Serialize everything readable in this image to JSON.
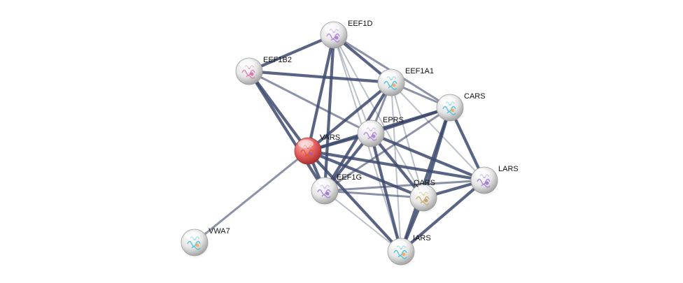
{
  "title": "Protein interaction network",
  "query_node": "VARS",
  "colors": {
    "edge": "#3d4a6e",
    "node_default": "#e8e8e8",
    "node_query": "#e05555",
    "label": "#111111"
  },
  "nodes": [
    {
      "id": "EEF1D",
      "label": "EEF1D",
      "query": false,
      "structure": "helix-violet"
    },
    {
      "id": "EEF1B2",
      "label": "EEF1B2",
      "query": false,
      "structure": "protein-pink"
    },
    {
      "id": "EEF1A1",
      "label": "EEF1A1",
      "query": false,
      "structure": "protein-rainbow"
    },
    {
      "id": "CARS",
      "label": "CARS",
      "query": false,
      "structure": "protein-rainbow"
    },
    {
      "id": "EPRS",
      "label": "EPRS",
      "query": false,
      "structure": "helix-violet"
    },
    {
      "id": "VARS",
      "label": "VARS",
      "query": true,
      "structure": "protein-orange"
    },
    {
      "id": "EEF1G",
      "label": "EEF1G",
      "query": false,
      "structure": "protein-violet"
    },
    {
      "id": "LARS",
      "label": "LARS",
      "query": false,
      "structure": "protein-violet"
    },
    {
      "id": "QARS",
      "label": "QARS",
      "query": false,
      "structure": "protein-tan"
    },
    {
      "id": "IARS",
      "label": "IARS",
      "query": false,
      "structure": "protein-rainbow"
    },
    {
      "id": "VWA7",
      "label": "VWA7",
      "query": false,
      "structure": "protein-rainbow"
    }
  ],
  "edges": [
    {
      "source": "VARS",
      "target": "EEF1D",
      "weight": "strong"
    },
    {
      "source": "VARS",
      "target": "EEF1B2",
      "weight": "strong"
    },
    {
      "source": "VARS",
      "target": "EEF1A1",
      "weight": "strong"
    },
    {
      "source": "VARS",
      "target": "CARS",
      "weight": "strong"
    },
    {
      "source": "VARS",
      "target": "EPRS",
      "weight": "strong"
    },
    {
      "source": "VARS",
      "target": "EEF1G",
      "weight": "strong"
    },
    {
      "source": "VARS",
      "target": "LARS",
      "weight": "strong"
    },
    {
      "source": "VARS",
      "target": "QARS",
      "weight": "strong"
    },
    {
      "source": "VARS",
      "target": "IARS",
      "weight": "strong"
    },
    {
      "source": "VARS",
      "target": "VWA7",
      "weight": "medium"
    },
    {
      "source": "EEF1D",
      "target": "EEF1B2",
      "weight": "strong"
    },
    {
      "source": "EEF1D",
      "target": "EEF1A1",
      "weight": "strong"
    },
    {
      "source": "EEF1D",
      "target": "EEF1G",
      "weight": "strong"
    },
    {
      "source": "EEF1D",
      "target": "CARS",
      "weight": "medium"
    },
    {
      "source": "EEF1D",
      "target": "EPRS",
      "weight": "weak"
    },
    {
      "source": "EEF1D",
      "target": "QARS",
      "weight": "weak"
    },
    {
      "source": "EEF1D",
      "target": "IARS",
      "weight": "weak"
    },
    {
      "source": "EEF1B2",
      "target": "EEF1A1",
      "weight": "strong"
    },
    {
      "source": "EEF1B2",
      "target": "EEF1G",
      "weight": "strong"
    },
    {
      "source": "EEF1B2",
      "target": "EPRS",
      "weight": "medium"
    },
    {
      "source": "EEF1A1",
      "target": "EEF1G",
      "weight": "strong"
    },
    {
      "source": "EEF1A1",
      "target": "CARS",
      "weight": "medium"
    },
    {
      "source": "EEF1A1",
      "target": "EPRS",
      "weight": "medium"
    },
    {
      "source": "EEF1A1",
      "target": "LARS",
      "weight": "weak"
    },
    {
      "source": "EEF1A1",
      "target": "QARS",
      "weight": "weak"
    },
    {
      "source": "EEF1A1",
      "target": "IARS",
      "weight": "weak"
    },
    {
      "source": "CARS",
      "target": "EPRS",
      "weight": "strong"
    },
    {
      "source": "CARS",
      "target": "EEF1G",
      "weight": "medium"
    },
    {
      "source": "CARS",
      "target": "LARS",
      "weight": "strong"
    },
    {
      "source": "CARS",
      "target": "QARS",
      "weight": "strong"
    },
    {
      "source": "CARS",
      "target": "IARS",
      "weight": "strong"
    },
    {
      "source": "EPRS",
      "target": "EEF1G",
      "weight": "strong"
    },
    {
      "source": "EPRS",
      "target": "LARS",
      "weight": "strong"
    },
    {
      "source": "EPRS",
      "target": "QARS",
      "weight": "strong"
    },
    {
      "source": "EPRS",
      "target": "IARS",
      "weight": "strong"
    },
    {
      "source": "EEF1G",
      "target": "LARS",
      "weight": "medium"
    },
    {
      "source": "EEF1G",
      "target": "QARS",
      "weight": "medium"
    },
    {
      "source": "EEF1G",
      "target": "IARS",
      "weight": "weak"
    },
    {
      "source": "LARS",
      "target": "QARS",
      "weight": "strong"
    },
    {
      "source": "LARS",
      "target": "IARS",
      "weight": "strong"
    },
    {
      "source": "QARS",
      "target": "IARS",
      "weight": "strong"
    }
  ]
}
